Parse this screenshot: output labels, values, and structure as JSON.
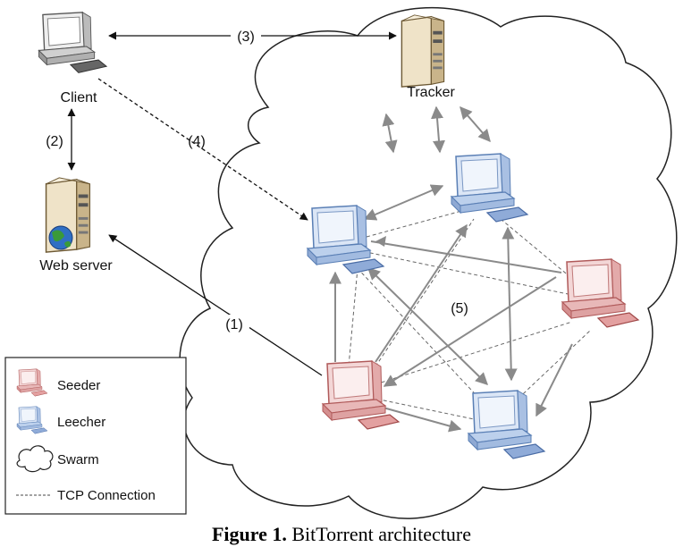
{
  "nodes": {
    "client": "Client",
    "tracker": "Tracker",
    "web_server": "Web server"
  },
  "steps": {
    "s1": "(1)",
    "s2": "(2)",
    "s3": "(3)",
    "s4": "(4)",
    "s5": "(5)"
  },
  "legend": {
    "seeder": "Seeder",
    "leecher": "Leecher",
    "swarm": "Swarm",
    "tcp": "TCP Connection"
  },
  "caption": {
    "bold": "Figure 1.",
    "text": " BitTorrent architecture"
  },
  "colors": {
    "seeder": "#d98c8c",
    "leecher": "#8aa8d4",
    "arrow": "#888888",
    "dashed": "#666666",
    "server": "#d9c7a3"
  }
}
